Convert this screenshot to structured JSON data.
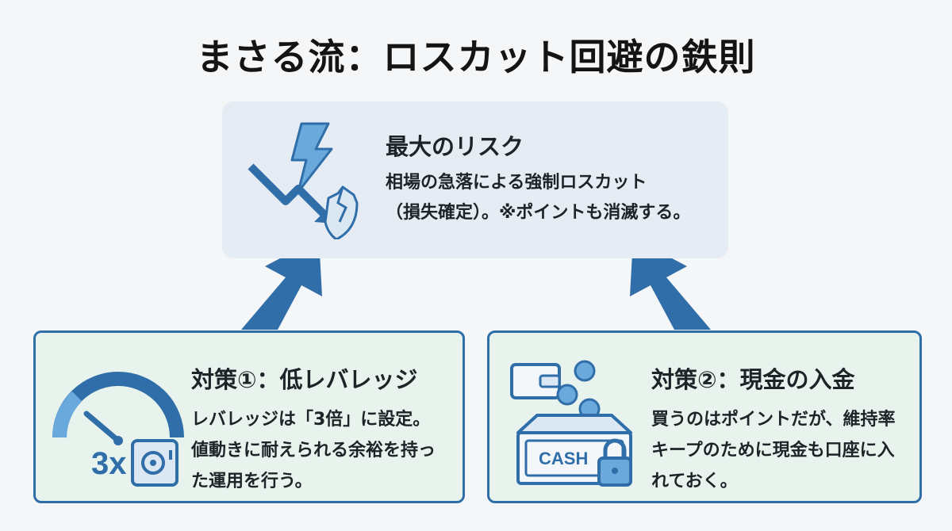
{
  "title": "まさる流：ロスカット回避の鉄則",
  "risk": {
    "heading": "最大のリスク",
    "line1": "相場の急落による強制ロスカット",
    "line2": "（損失確定）。※ポイントも消滅する。"
  },
  "measure1": {
    "heading": "対策①：低レバレッジ",
    "desc": "レバレッジは「3倍」に設定。値動きに耐えられる余裕を持った運用を行う。",
    "icon_label": "3x"
  },
  "measure2": {
    "heading": "対策②：現金の入金",
    "desc": "買うのはポイントだが、維持率キープのために現金も口座に入れておく。",
    "icon_label": "CASH"
  },
  "colors": {
    "accent": "#2f6ea8",
    "risk_box": "#e6ecf4",
    "card_bg": "#e8f3ee"
  },
  "icons": [
    "lightning-icon",
    "down-trend-arrow-icon",
    "broken-shield-icon",
    "gauge-icon",
    "safe-icon",
    "wallet-icon",
    "coins-icon",
    "cash-box-icon",
    "padlock-icon"
  ]
}
